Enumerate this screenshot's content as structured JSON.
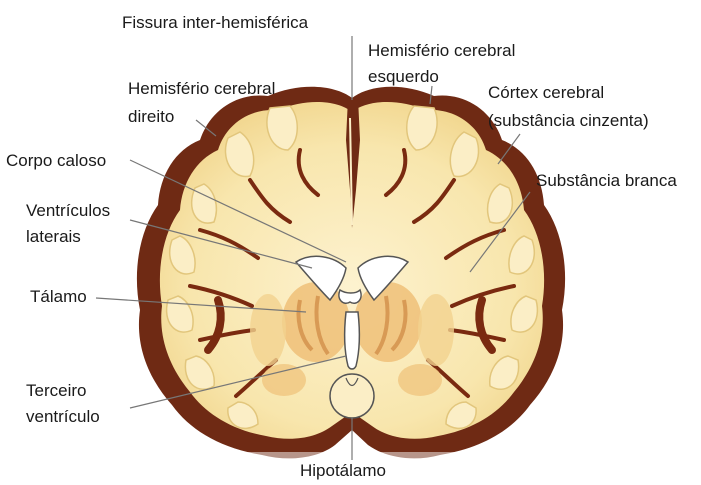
{
  "labels": {
    "fissura": "Fissura inter-hemisférica",
    "hemisferio_esquerdo": [
      "Hemisfério cerebral",
      "esquerdo"
    ],
    "hemisferio_direito": [
      "Hemisfério cerebral",
      "direito"
    ],
    "cortex": [
      "Córtex cerebral",
      "(substância cinzenta)"
    ],
    "corpo_caloso": "Corpo caloso",
    "substancia_branca": "Substância branca",
    "ventriculos_laterais": [
      "Ventrículos",
      "laterais"
    ],
    "talamo": "Tálamo",
    "terceiro_ventriculo": [
      "Terceiro",
      "ventrículo"
    ],
    "hipotalamo": "Hipotálamo"
  },
  "colors": {
    "cortex_gray": "#7a2a10",
    "white_matter": "#f7e3a6",
    "tissue_light": "#fbeec6",
    "outline": "#d9b86a",
    "thalamus": "#ecbb73",
    "leader_line": "#777777"
  }
}
